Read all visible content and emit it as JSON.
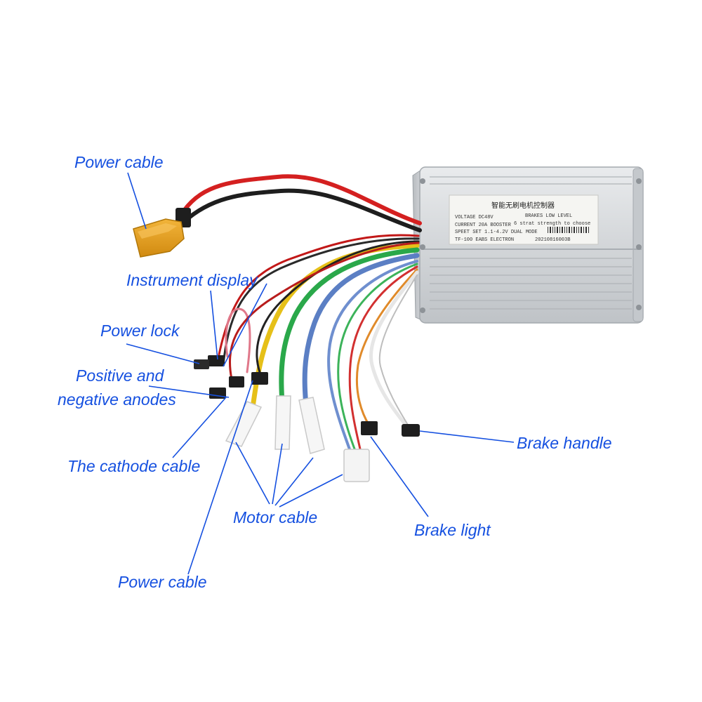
{
  "callouts": {
    "power_cable_top": "Power cable",
    "instrument_display": "Instrument display",
    "power_lock": "Power lock",
    "positive_negative_line1": "Positive and",
    "positive_negative_line2": "negative anodes",
    "cathode_cable": "The cathode cable",
    "motor_cable": "Motor cable",
    "power_cable_bottom": "Power cable",
    "brake_light": "Brake light",
    "brake_handle": "Brake handle"
  },
  "controller_label": {
    "title": "智能无刷电机控制器",
    "voltage": "VOLTAGE  DC48V",
    "brakes": "BRAKES LOW LEVEL",
    "current": "CURRENT 20A BOOSTER",
    "strength": "6 strat strength to choose",
    "speed": "SPEET SET 1.1-4.2V DUAL MODE",
    "model": "TF-100 EABS ELECTRON",
    "serial": "20210816003B"
  },
  "colors": {
    "callout_text": "#1550e0",
    "pointer_line": "#1550e0",
    "housing": "#d9dcdf",
    "xt60_connector": "#e8a21a",
    "wire_red": "#d42020",
    "wire_black": "#222222",
    "wire_yellow": "#e8c21a",
    "wire_green": "#2aa84a",
    "wire_blue": "#5b7fc4",
    "wire_white": "#eeeeee"
  }
}
